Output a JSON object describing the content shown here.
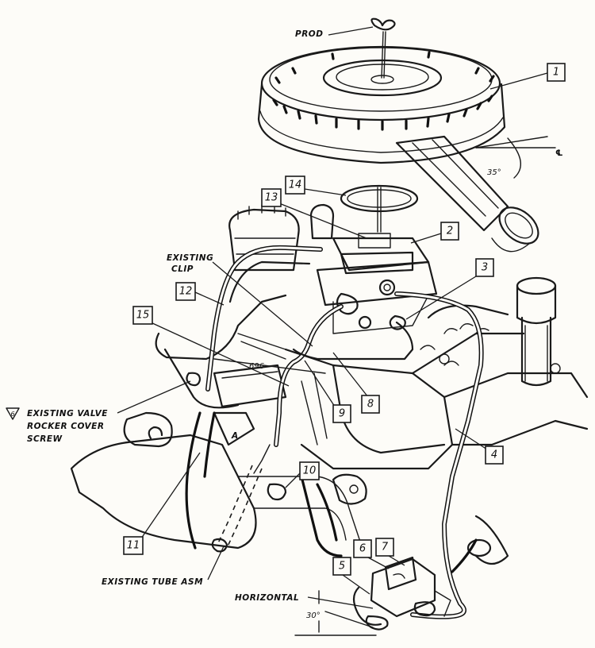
{
  "labels": {
    "prod": "PROD",
    "existing_clip_1": "EXISTING",
    "existing_clip_2": "CLIP",
    "valve_note_marker": "6",
    "valve_note_1": "EXISTING VALVE",
    "valve_note_2": "ROCKER COVER",
    "valve_note_3": "SCREW",
    "existing_tube": "EXISTING TUBE ASM",
    "horizontal": "HORIZONTAL",
    "angle_30": "30°",
    "angle_35": "35°",
    "centerline": "℄",
    "dim_696": "696",
    "letter_a": "A"
  },
  "callouts": [
    "1",
    "2",
    "3",
    "4",
    "5",
    "6",
    "7",
    "8",
    "9",
    "10",
    "11",
    "12",
    "13",
    "14",
    "15"
  ]
}
